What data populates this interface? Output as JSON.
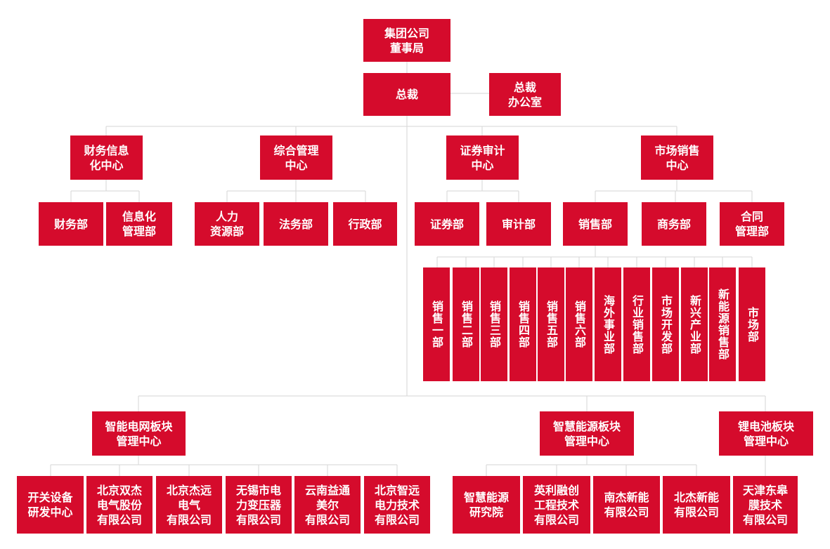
{
  "colors": {
    "box_fill": "#d50b2c",
    "box_text": "#ffffff",
    "connector": "#d6d6d6"
  },
  "top": {
    "board": "集团公司\n董事局",
    "president": "总裁",
    "office": "总裁\n办公室"
  },
  "centers": {
    "finance_it": {
      "label": "财务信息\n化中心",
      "departments": [
        "财务部",
        "信息化\n管理部"
      ]
    },
    "general_mgmt": {
      "label": "综合管理\n中心",
      "departments": [
        "人力\n资源部",
        "法务部",
        "行政部"
      ]
    },
    "securities_audit": {
      "label": "证券审计\n中心",
      "departments": [
        "证券部",
        "审计部"
      ]
    },
    "marketing_sales": {
      "label": "市场销售\n中心",
      "departments": [
        "销售部",
        "商务部",
        "合同\n管理部"
      ]
    }
  },
  "sales_units": [
    "销售一部",
    "销售二部",
    "销售三部",
    "销售四部",
    "销售五部",
    "销售六部",
    "海外事业部",
    "行业销售部",
    "市场开发部",
    "新兴产业部",
    "新能源销售部",
    "市场部"
  ],
  "segments": {
    "smart_grid": {
      "label": "智能电网板块\n管理中心",
      "companies": [
        "开关设备\n研发中心",
        "北京双杰\n电气股份\n有限公司",
        "北京杰远\n电气\n有限公司",
        "无锡市电\n力变压器\n有限公司",
        "云南益通\n美尔\n有限公司",
        "北京智远\n电力技术\n有限公司"
      ]
    },
    "smart_energy": {
      "label": "智慧能源板块\n管理中心",
      "companies": [
        "智慧能源\n研究院",
        "英利融创\n工程技术\n有限公司",
        "南杰新能\n有限公司",
        "北杰新能\n有限公司"
      ]
    },
    "lithium": {
      "label": "锂电池板块\n管理中心",
      "companies": [
        "天津东皋\n膜技术\n有限公司"
      ]
    }
  }
}
